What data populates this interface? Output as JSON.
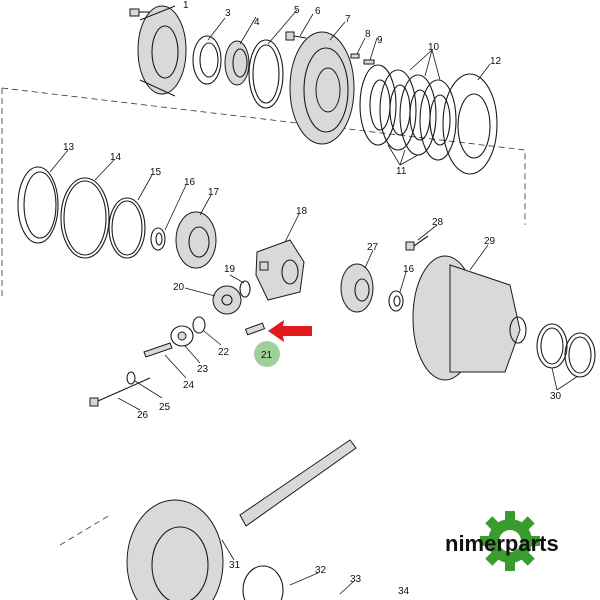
{
  "callouts": [
    {
      "id": "c1",
      "text": "1"
    },
    {
      "id": "c3",
      "text": "3"
    },
    {
      "id": "c4",
      "text": "4"
    },
    {
      "id": "c5",
      "text": "5"
    },
    {
      "id": "c6",
      "text": "6"
    },
    {
      "id": "c7",
      "text": "7"
    },
    {
      "id": "c8",
      "text": "8"
    },
    {
      "id": "c9",
      "text": "9"
    },
    {
      "id": "c10",
      "text": "10"
    },
    {
      "id": "c11",
      "text": "11"
    },
    {
      "id": "c12",
      "text": "12"
    },
    {
      "id": "c13",
      "text": "13"
    },
    {
      "id": "c14",
      "text": "14"
    },
    {
      "id": "c15",
      "text": "15"
    },
    {
      "id": "c16a",
      "text": "16"
    },
    {
      "id": "c16b",
      "text": "16"
    },
    {
      "id": "c17",
      "text": "17"
    },
    {
      "id": "c18",
      "text": "18"
    },
    {
      "id": "c19",
      "text": "19"
    },
    {
      "id": "c20",
      "text": "20"
    },
    {
      "id": "c21",
      "text": "21"
    },
    {
      "id": "c22",
      "text": "22"
    },
    {
      "id": "c23",
      "text": "23"
    },
    {
      "id": "c24",
      "text": "24"
    },
    {
      "id": "c25",
      "text": "25"
    },
    {
      "id": "c26",
      "text": "26"
    },
    {
      "id": "c27",
      "text": "27"
    },
    {
      "id": "c28",
      "text": "28"
    },
    {
      "id": "c29",
      "text": "29"
    },
    {
      "id": "c30",
      "text": "30"
    },
    {
      "id": "c31",
      "text": "31"
    },
    {
      "id": "c32",
      "text": "32"
    },
    {
      "id": "c33",
      "text": "33"
    },
    {
      "id": "c34",
      "text": "34"
    }
  ],
  "highlight": {
    "part": "21",
    "marker_color": "#9fcf9a",
    "arrow_color": "#e0191b"
  },
  "brand": {
    "text": "nimerparts",
    "logo_color": "#3a9c2f"
  }
}
